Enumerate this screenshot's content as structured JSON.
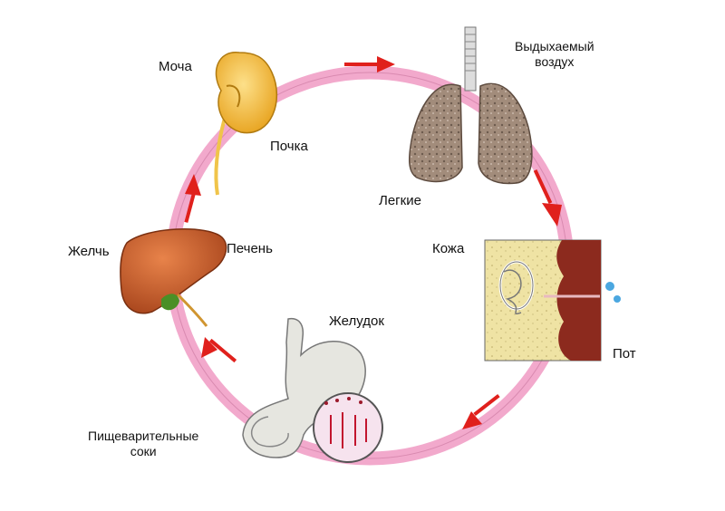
{
  "labels": {
    "urine": "Моча",
    "kidney": "Почка",
    "exhaled_air": [
      "Выдыхаемый",
      "воздух"
    ],
    "lungs": "Легкие",
    "skin": "Кожа",
    "sweat": "Пот",
    "stomach": "Желудок",
    "digestive_juices": [
      "Пищеварительные",
      "соки"
    ],
    "liver": "Печень",
    "bile": "Желчь"
  },
  "colors": {
    "ring": "#f2a9cc",
    "arrow": "#e0201c",
    "kidney": "#f6c243",
    "liver": "#c85f2c",
    "lungs": "#9b8472",
    "skin": "#efe3a4",
    "skin_inner": "#8c2a1e",
    "sweat_drop": "#4ba7e0"
  },
  "icons": [
    "kidney-illustration",
    "lungs-illustration",
    "skin-section-illustration",
    "stomach-illustration",
    "liver-illustration"
  ]
}
